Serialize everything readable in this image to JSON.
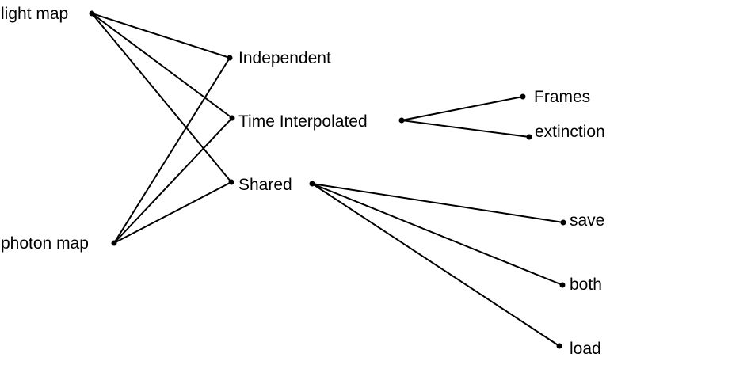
{
  "diagram": {
    "nodes": {
      "light_map": "light map",
      "photon_map": "photon map",
      "independent": "Independent",
      "time_interpolated": "Time Interpolated",
      "shared": "Shared",
      "frames": "Frames",
      "extinction": "extinction",
      "save": "save",
      "both": "both",
      "load": "load"
    },
    "edges": [
      [
        "light_map",
        "independent"
      ],
      [
        "light_map",
        "time_interpolated"
      ],
      [
        "light_map",
        "shared"
      ],
      [
        "photon_map",
        "independent"
      ],
      [
        "photon_map",
        "time_interpolated"
      ],
      [
        "photon_map",
        "shared"
      ],
      [
        "time_interpolated",
        "frames"
      ],
      [
        "time_interpolated",
        "extinction"
      ],
      [
        "shared",
        "save"
      ],
      [
        "shared",
        "both"
      ],
      [
        "shared",
        "load"
      ]
    ],
    "colors": {
      "line": "#000000",
      "text": "#000000",
      "background": "#ffffff"
    }
  }
}
